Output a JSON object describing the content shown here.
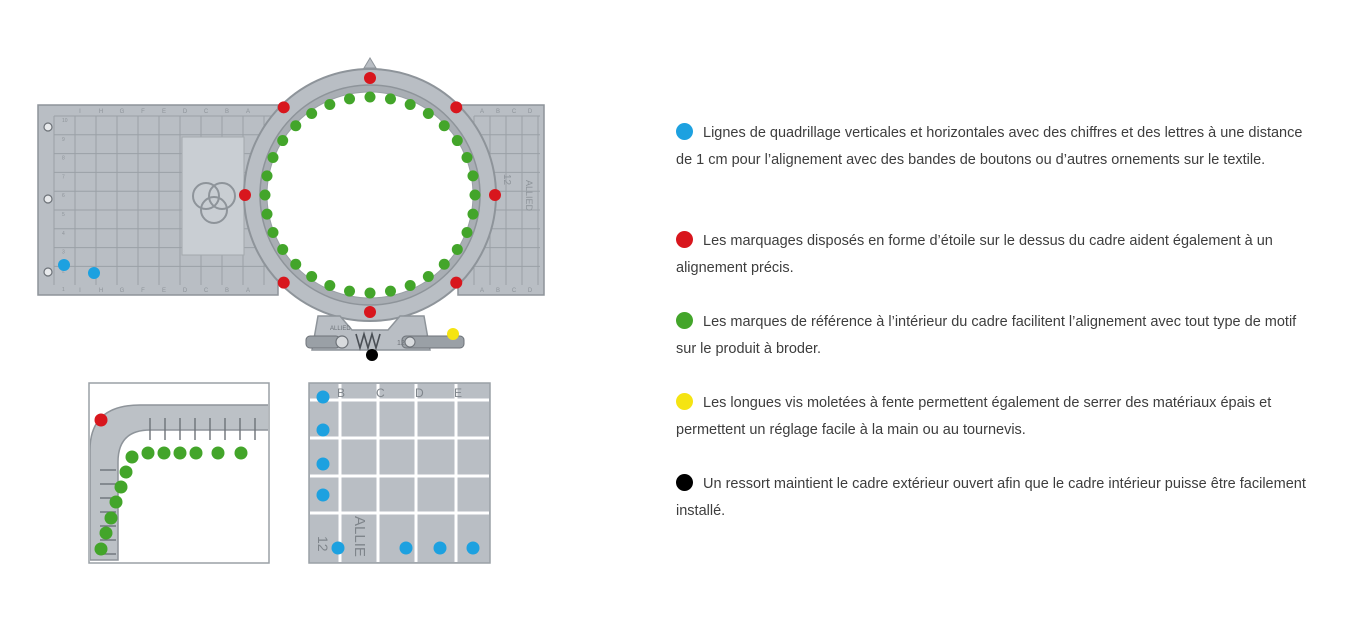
{
  "colors": {
    "blue": "#1da1e0",
    "red": "#d8161d",
    "green": "#43a52a",
    "yellow": "#f5e412",
    "black": "#000000",
    "plate": "#b9bec4",
    "plate_dark": "#8e949a",
    "grid_line": "#9aa0a6",
    "text": "#3d3d3d"
  },
  "legend": [
    {
      "color": "blue",
      "text": "Lignes de quadrillage verticales et horizontales avec des chiffres et des lettres à une distance de 1 cm pour l’alignement avec des bandes de boutons ou d’autres ornements sur le textile."
    },
    {
      "color": "red",
      "text": "Les marquages disposés en forme d’étoile sur le dessus du cadre aident également à un alignement précis."
    },
    {
      "color": "green",
      "text": "Les marques de référence à l’intérieur du cadre facilitent l’alignement avec tout type de motif sur le produit à broder."
    },
    {
      "color": "yellow",
      "text": "Les longues vis moletées à fente permettent également de serrer des matériaux épais et permettent un réglage facile à la main ou au tournevis."
    },
    {
      "color": "black",
      "text": "Un ressort maintient le cadre extérieur ouvert afin que le cadre intérieur puisse être facilement installé."
    }
  ],
  "hoop": {
    "brand_label": "ALLIED",
    "size_label": "12",
    "left_grid_letters": [
      "I",
      "H",
      "G",
      "F",
      "E",
      "D",
      "C",
      "B",
      "A"
    ],
    "right_grid_letters": [
      "A",
      "B",
      "C",
      "D"
    ],
    "left_grid_numbers": [
      "10",
      "9",
      "8",
      "7",
      "6",
      "5",
      "4",
      "3",
      "2",
      "1"
    ]
  },
  "detail_grid": {
    "letters": [
      "B",
      "C",
      "D",
      "E"
    ],
    "brand_label": "ALLIE",
    "size_label": "12"
  }
}
